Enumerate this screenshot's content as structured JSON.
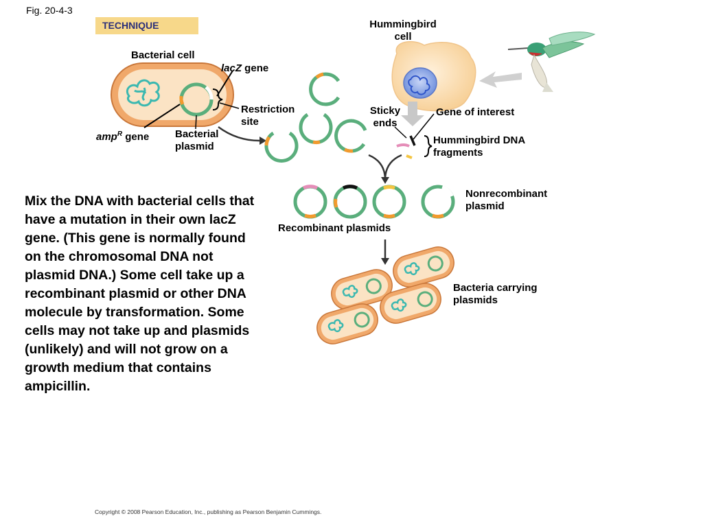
{
  "figure_label": "Fig. 20-4-3",
  "technique_label": "TECHNIQUE",
  "labels": {
    "bacterial_cell": "Bacterial cell",
    "lacz_italic": "lacZ",
    "lacz_suffix": " gene",
    "restriction_site": "Restriction site",
    "amp_italic": "amp",
    "amp_sup": "R",
    "amp_suffix": " gene",
    "bacterial_plasmid": "Bacterial plasmid",
    "hummingbird_cell": "Hummingbird cell",
    "sticky_ends": "Sticky ends",
    "gene_of_interest": "Gene of interest",
    "hummingbird_dna": "Hummingbird DNA fragments",
    "nonrecombinant": "Nonrecombinant plasmid",
    "recombinant": "Recombinant plasmids",
    "bacteria_carrying": "Bacteria carrying plasmids"
  },
  "paragraph": "Mix the DNA with bacterial cells that have a mutation in their own lacZ gene. (This gene is normally found on the chromosomal DNA not plasmid DNA.)  Some cell take up a recombinant plasmid or other DNA molecule by transformation.  Some cells may not take up and plasmids (unlikely) and will not grow on a growth medium that contains ampicillin.",
  "copyright": "Copyright © 2008 Pearson Education, Inc., publishing as Pearson Benjamin Cummings.",
  "colors": {
    "plasmid_green": "#5aae7c",
    "amp_orange": "#f29a2e",
    "cell_orange": "#f0b27a",
    "cell_fill": "#fbe3c4",
    "nucleus_blue": "#7c9be0",
    "technique_bg": "#f7d88a",
    "technique_text": "#2b2f7a",
    "arrow_gray": "#c8c8c8"
  },
  "icons": [
    "hummingbird-icon",
    "arrow-icon"
  ]
}
